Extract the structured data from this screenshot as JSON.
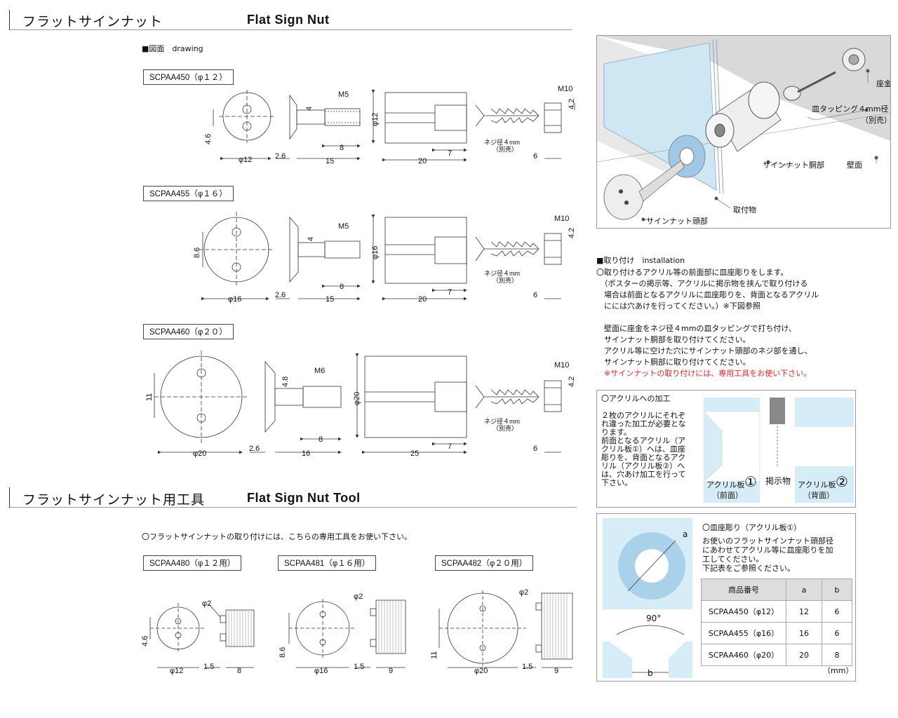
{
  "sections": {
    "nut": {
      "title_jp": "フラットサインナット",
      "title_en": "Flat Sign Nut"
    },
    "tool": {
      "title_jp": "フラットサインナット用工具",
      "title_en": "Flat Sign Nut Tool"
    }
  },
  "drawing": {
    "heading": "■図面　drawing",
    "models": [
      {
        "label": "SCPAA450（φ１２）",
        "head_dia": "φ12",
        "hole_pitch": "4.6",
        "head_t": "2.6",
        "bolt_len": "15",
        "thread": "M5",
        "thread_len": "8",
        "thread_dim": "4",
        "body_dia": "φ12",
        "body_len": "20",
        "bore": "7",
        "screw_note": "ネジ径４mm",
        "screw_note2": "（別売）",
        "washer": "M10",
        "washer_h": "4.2",
        "washer_t": "6"
      },
      {
        "label": "SCPAA455（φ１６）",
        "head_dia": "φ16",
        "hole_pitch": "8.6",
        "head_t": "2.6",
        "bolt_len": "15",
        "thread": "M5",
        "thread_len": "8",
        "thread_dim": "4",
        "body_dia": "φ16",
        "body_len": "20",
        "bore": "7",
        "screw_note": "ネジ径４mm",
        "screw_note2": "（別売）",
        "washer": "M10",
        "washer_h": "4.2",
        "washer_t": "6"
      },
      {
        "label": "SCPAA460（φ２０）",
        "head_dia": "φ20",
        "hole_pitch": "11",
        "head_t": "2.6",
        "bolt_len": "16",
        "thread": "M6",
        "thread_len": "8",
        "thread_dim": "4.8",
        "body_dia": "φ20",
        "body_len": "25",
        "bore": "7",
        "screw_note": "ネジ径４mm",
        "screw_note2": "（別売）",
        "washer": "M10",
        "washer_h": "4.2",
        "washer_t": "6"
      }
    ]
  },
  "tools": {
    "note": "〇フラットサインナットの取り付けには、こちらの専用工具をお使い下さい。",
    "models": [
      {
        "label": "SCPAA480（φ１２用）",
        "dia": "φ12",
        "pitch": "4.6",
        "gap": "1.5",
        "len": "8",
        "pin": "φ2"
      },
      {
        "label": "SCPAA481（φ１６用）",
        "dia": "φ16",
        "pitch": "8.6",
        "gap": "1.5",
        "len": "9",
        "pin": "φ2"
      },
      {
        "label": "SCPAA482（φ２０用）",
        "dia": "φ20",
        "pitch": "11",
        "gap": "1.5",
        "len": "9",
        "pin": "φ2"
      }
    ]
  },
  "illustration": {
    "labels": {
      "washer": "座金",
      "screw1": "皿タッピング４mm径",
      "screw2": "（別売）",
      "body": "サインナット胴部",
      "wall": "壁面",
      "mount": "取付物",
      "head": "サインナット頭部"
    }
  },
  "installation": {
    "heading": "■取り付け　installation",
    "lines": [
      "〇取り付けるアクリル等の前面部に皿座彫りをします。",
      "　（ポスターの掲示等、アクリルに掲示物を挟んで取り付ける",
      "　場合は前面となるアクリルに皿座彫りを、背面となるアクリル",
      "　にには穴あけを行ってください。）※下図参照",
      "",
      "　壁面に座金をネジ径４mmの皿タッピングで打ち付け、",
      "　サインナット胴部を取り付けてください。",
      "　アクリル等に空けた穴にサインナット頭部のネジ部を通し、",
      "　サインナット胴部に取り付けてください。"
    ],
    "warning": "　※サインナットの取り付けには、専用工具をお使い下さい。"
  },
  "acrylic": {
    "title": "〇アクリルへの加工",
    "lines": [
      "２枚のアクリルにそれぞ",
      "れ違った加工が必要とな",
      "ります。",
      "前面となるアクリル（ア",
      "クリル板①）へは、皿座",
      "彫りを、背面となるアク",
      "リル（アクリル板②）へ",
      "は、穴あけ加工を行って",
      "下さい。"
    ],
    "plate1": "アクリル板",
    "plate1_num": "①",
    "plate1_sub": "（前面）",
    "insert": "掲示物",
    "plate2": "アクリル板",
    "plate2_num": "②",
    "plate2_sub": "（背面）"
  },
  "countersink": {
    "title": "〇皿座彫り（アクリル板①）",
    "lines": [
      "お使いのフラットサインナット頭部径",
      "にあわせてアクリル等に皿座彫りを加",
      "工してください。",
      "下記表をご参照ください。"
    ],
    "angle": "90°",
    "dim_a": "a",
    "dim_b": "b",
    "table": {
      "headers": [
        "商品番号",
        "a",
        "b"
      ],
      "rows": [
        [
          "SCPAA450（φ12）",
          "12",
          "6"
        ],
        [
          "SCPAA455（φ16）",
          "16",
          "6"
        ],
        [
          "SCPAA460（φ20）",
          "20",
          "8"
        ]
      ]
    },
    "unit": "（mm）"
  }
}
